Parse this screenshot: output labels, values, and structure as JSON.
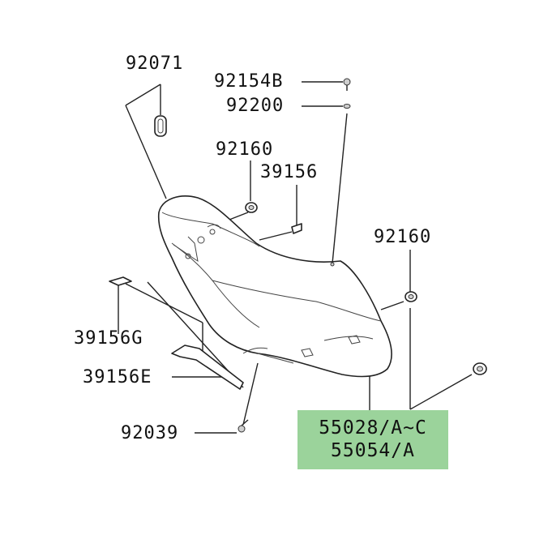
{
  "callouts": {
    "p92071": "92071",
    "p92154b": "92154B",
    "p92200": "92200",
    "p92160_top": "92160",
    "p39156": "39156",
    "p92160_right": "92160",
    "p39156g": "39156G",
    "p39156e": "39156E",
    "p92039": "92039"
  },
  "main_part": {
    "line1": "55028/A~C",
    "line2": "55054/A",
    "highlight_color": "#9bd39b"
  }
}
